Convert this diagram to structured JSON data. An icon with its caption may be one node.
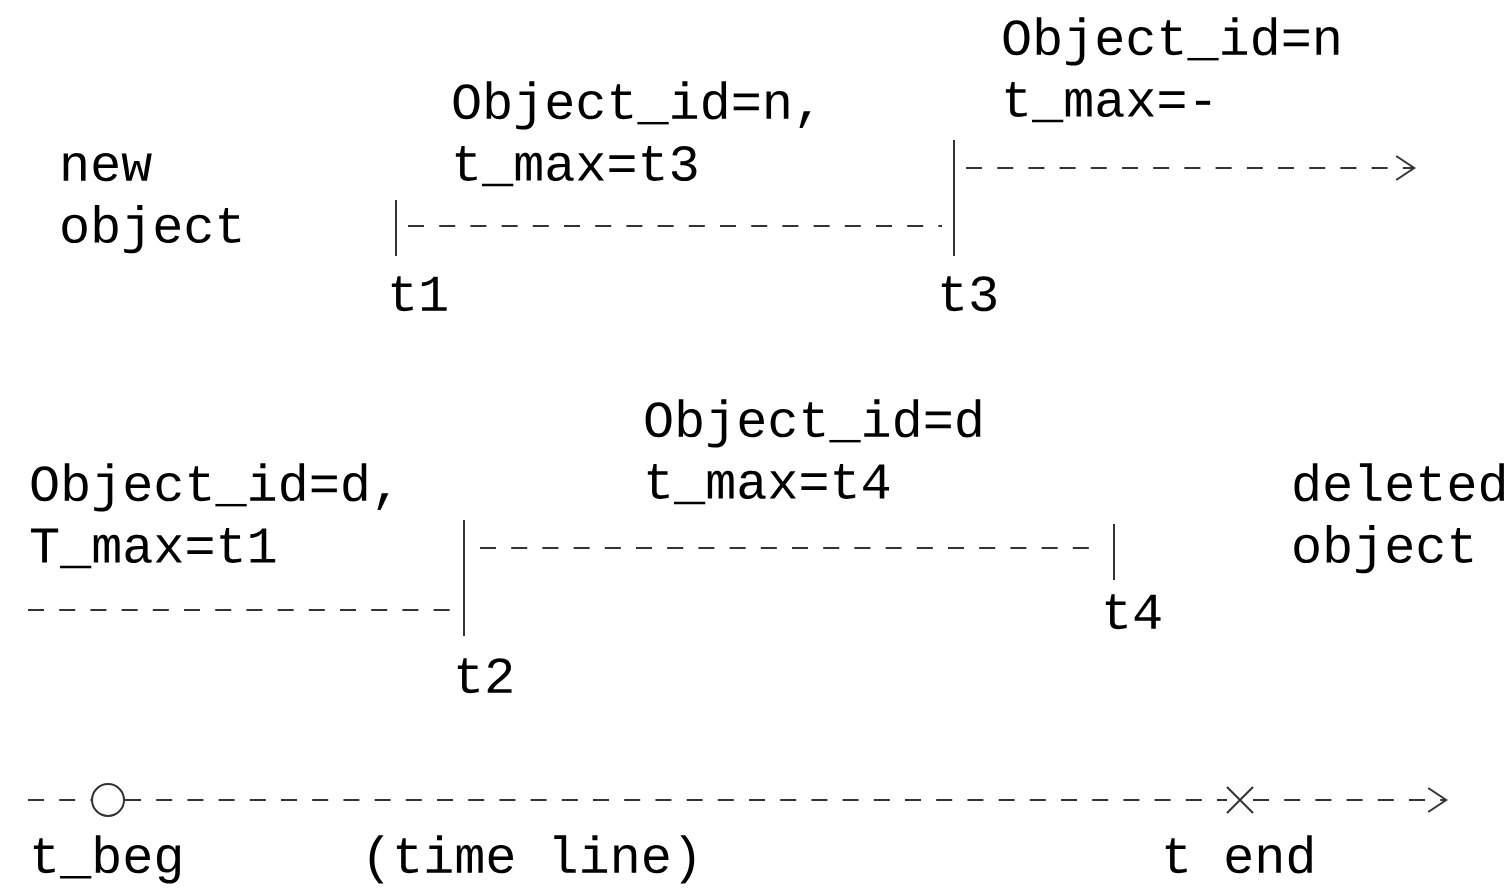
{
  "diagram": {
    "nodes": [
      {
        "text": [],
        "shape": "circle"
      },
      {
        "text": [],
        "shape": "cross"
      }
    ],
    "edges": [
      {
        "from": null,
        "to": 0,
        "arrow": "none",
        "style": "dashed"
      },
      {
        "from": 0,
        "to": 1,
        "arrow": "none",
        "style": "dashed"
      },
      {
        "from": 1,
        "to": null,
        "arrow": "to",
        "style": "dashed"
      }
    ],
    "labels": [
      "Object_id=n t_max=-",
      "Object_id=n, t_max=t3",
      "new object",
      "t1",
      "t3",
      "Object_id=d t_max=t4",
      "Object_id=d, T_max=t1",
      "deleted object",
      "t4",
      "t2",
      "t_beg",
      "(time line)",
      "t end"
    ]
  }
}
